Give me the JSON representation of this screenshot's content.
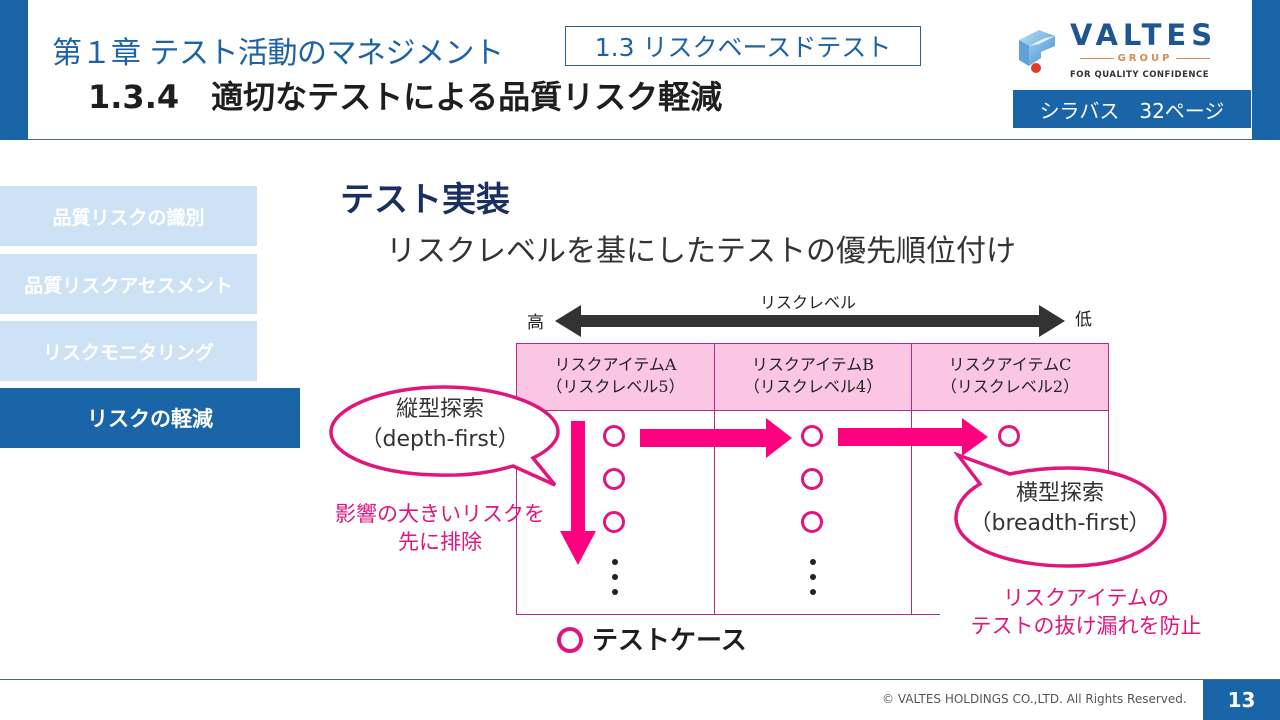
{
  "header": {
    "chapter_title": "第１章 テスト活動のマネジメント",
    "section_badge": "1.3 リスクベースドテスト",
    "subtitle": "1.3.4　適切なテストによる品質リスク軽減",
    "logo": {
      "name": "VALTES",
      "group": "GROUP",
      "tagline": "FOR QUALITY CONFIDENCE"
    },
    "syllabus_ref": "シラバス　32ページ"
  },
  "sidebar": {
    "items": [
      {
        "label": "品質リスクの識別",
        "active": false
      },
      {
        "label": "品質リスクアセスメント",
        "active": false
      },
      {
        "label": "リスクモニタリング",
        "active": false
      },
      {
        "label": "リスクの軽減",
        "active": true
      }
    ]
  },
  "main": {
    "section_heading": "テスト実装",
    "lead": "リスクレベルを基にしたテストの優先順位付け",
    "diagram": {
      "axis": {
        "label": "リスクレベル",
        "high": "高",
        "low": "低"
      },
      "columns": [
        {
          "item": "リスクアイテムA",
          "level": "（リスクレベル5）"
        },
        {
          "item": "リスクアイテムB",
          "level": "（リスクレベル4）"
        },
        {
          "item": "リスクアイテムC",
          "level": "（リスクレベル2）"
        }
      ],
      "depth_callout": {
        "title": "縦型探索",
        "subtitle": "（depth-first）",
        "note_line1": "影響の大きいリスクを",
        "note_line2": "先に排除"
      },
      "breadth_callout": {
        "title": "横型探索",
        "subtitle": "（breadth-first）",
        "note_line1": "リスクアイテムの",
        "note_line2": "テストの抜け漏れを防止"
      },
      "legend": {
        "icon": "test-case-circle-icon",
        "label": "テストケース"
      },
      "colors": {
        "accent": "#e0157e",
        "header_fill": "#fbc6e3",
        "border": "#b02a86"
      }
    }
  },
  "footer": {
    "copyright": "© VALTES HOLDINGS CO.,LTD. All Rights Reserved.",
    "page_number": "13"
  },
  "theme": {
    "brand_blue": "#1a64a8",
    "nav_inactive": "#cde2f5",
    "heading_navy": "#1a2f5e"
  }
}
